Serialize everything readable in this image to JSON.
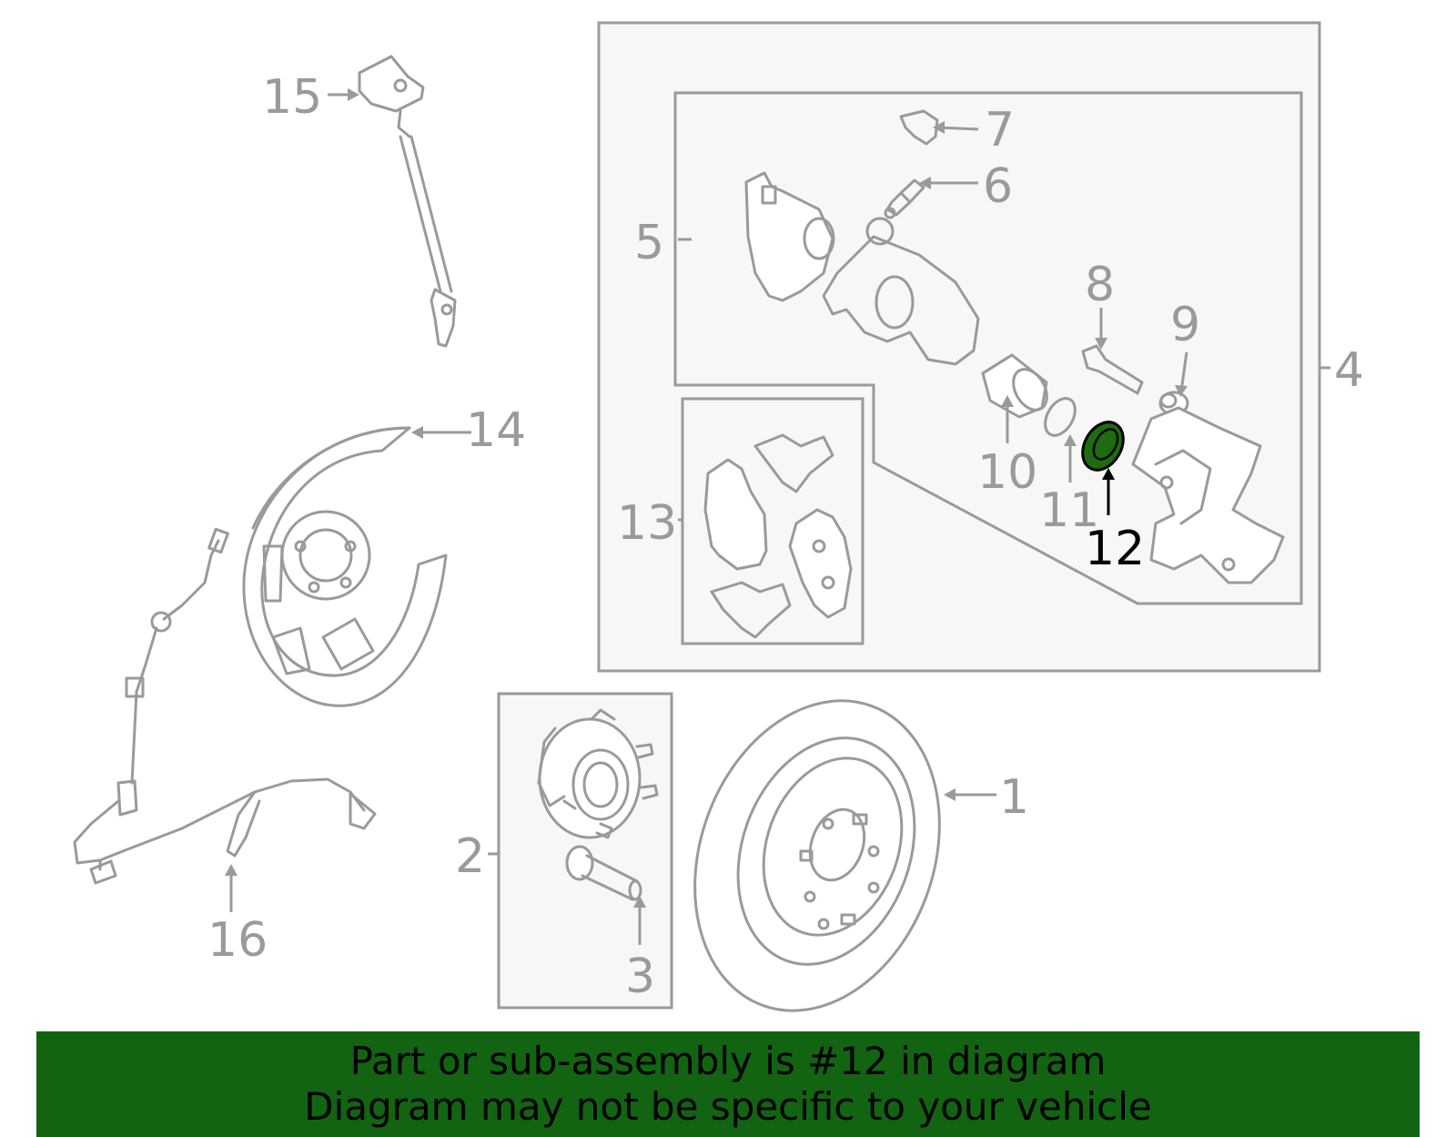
{
  "diagram": {
    "highlighted_part": "12",
    "highlight_color": "#1f6b10",
    "line_color": "#9a9a9a",
    "callouts": [
      {
        "id": "1",
        "label": "1"
      },
      {
        "id": "2",
        "label": "2"
      },
      {
        "id": "3",
        "label": "3"
      },
      {
        "id": "4",
        "label": "4"
      },
      {
        "id": "5",
        "label": "5"
      },
      {
        "id": "6",
        "label": "6"
      },
      {
        "id": "7",
        "label": "7"
      },
      {
        "id": "8",
        "label": "8"
      },
      {
        "id": "9",
        "label": "9"
      },
      {
        "id": "10",
        "label": "10"
      },
      {
        "id": "11",
        "label": "11"
      },
      {
        "id": "12",
        "label": "12"
      },
      {
        "id": "13",
        "label": "13"
      },
      {
        "id": "14",
        "label": "14"
      },
      {
        "id": "15",
        "label": "15"
      },
      {
        "id": "16",
        "label": "16"
      }
    ]
  },
  "banner": {
    "line1": "Part or sub-assembly is #12 in diagram",
    "line2": "Diagram may not be specific to your vehicle",
    "background_color": "#126312"
  }
}
